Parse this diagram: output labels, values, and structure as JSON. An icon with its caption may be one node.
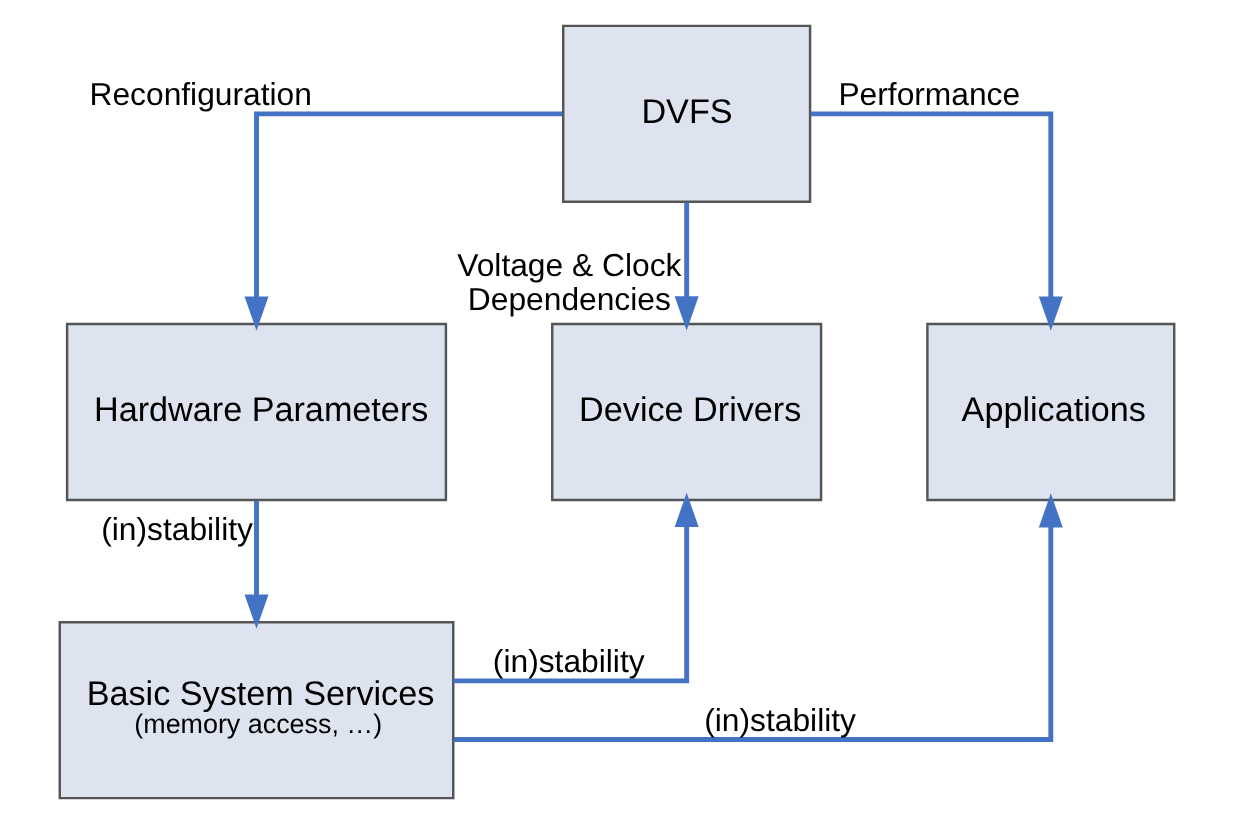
{
  "diagram": {
    "nodes": [
      {
        "text": [
          "DVFS"
        ]
      },
      {
        "text": [
          "Hardware Parameters"
        ]
      },
      {
        "text": [
          "Device Drivers"
        ]
      },
      {
        "text": [
          "Applications"
        ]
      },
      {
        "text": [
          "Basic System Services",
          "(memory access, …)"
        ]
      }
    ],
    "edges": [
      {
        "from": 0,
        "to": 1,
        "arrow": "to",
        "label": "Reconfiguration"
      },
      {
        "from": 0,
        "to": 2,
        "arrow": "to",
        "label": "Voltage & Clock Dependencies"
      },
      {
        "from": 0,
        "to": 3,
        "arrow": "to",
        "label": "Performance"
      },
      {
        "from": 1,
        "to": 4,
        "arrow": "to",
        "label": "(in)stability"
      },
      {
        "from": 4,
        "to": 2,
        "arrow": "to",
        "label": "(in)stability"
      },
      {
        "from": 4,
        "to": 3,
        "arrow": "to",
        "label": "(in)stability"
      }
    ]
  }
}
